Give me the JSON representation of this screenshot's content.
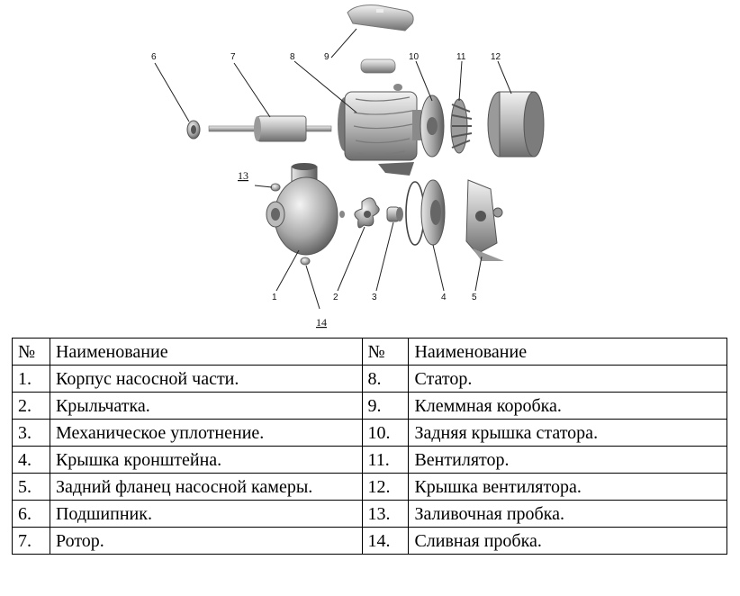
{
  "diagram": {
    "callouts": [
      "1",
      "2",
      "3",
      "4",
      "5",
      "6",
      "7",
      "8",
      "9",
      "10",
      "11",
      "12",
      "13",
      "14"
    ]
  },
  "table": {
    "headers": [
      "№",
      "Наименование",
      "№",
      "Наименование"
    ],
    "rows": [
      [
        "1.",
        "Корпус насосной части.",
        "8.",
        "Статор."
      ],
      [
        "2.",
        "Крыльчатка.",
        "9.",
        "Клеммная коробка."
      ],
      [
        "3.",
        "Механическое уплотнение.",
        "10.",
        "Задняя крышка статора."
      ],
      [
        "4.",
        "Крышка кронштейна.",
        "11.",
        "Вентилятор."
      ],
      [
        "5.",
        "Задний фланец насосной камеры.",
        "12.",
        "Крышка вентилятора."
      ],
      [
        "6.",
        "Подшипник.",
        "13.",
        "Заливочная пробка."
      ],
      [
        "7.",
        "Ротор.",
        "14.",
        "Сливная пробка."
      ]
    ]
  }
}
